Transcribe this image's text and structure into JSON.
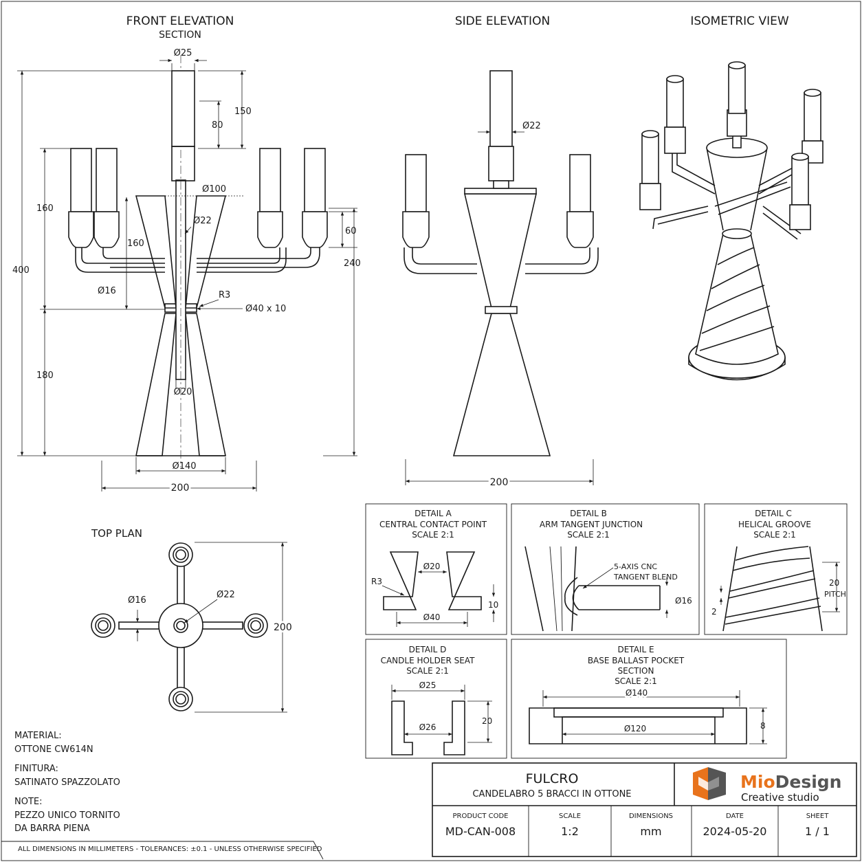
{
  "views": {
    "front": {
      "title": "FRONT ELEVATION",
      "subtitle": "SECTION"
    },
    "side": {
      "title": "SIDE ELEVATION"
    },
    "iso": {
      "title": "ISOMETRIC VIEW"
    },
    "top": {
      "title": "TOP PLAN"
    }
  },
  "front_dims": {
    "d25": "Ø25",
    "d150": "150",
    "d80": "80",
    "d100": "Ø100",
    "d22": "Ø22",
    "d160a": "160",
    "d160b": "160",
    "d60": "60",
    "d240": "240",
    "d400": "400",
    "d16": "Ø16",
    "r3": "R3",
    "d40x10": "Ø40 x 10",
    "d180": "180",
    "d20": "Ø20",
    "d140": "Ø140",
    "d200": "200"
  },
  "side_dims": {
    "d22": "Ø22",
    "d200": "200"
  },
  "top_dims": {
    "d16": "Ø16",
    "d22": "Ø22",
    "d200": "200"
  },
  "details": {
    "a": {
      "title": "DETAIL A",
      "name": "CENTRAL CONTACT POINT",
      "scale": "SCALE 2:1",
      "r3": "R3",
      "d20": "Ø20",
      "d40": "Ø40",
      "h10": "10"
    },
    "b": {
      "title": "DETAIL B",
      "name": "ARM TANGENT JUNCTION",
      "scale": "SCALE 2:1",
      "note1": "5-AXIS CNC",
      "note2": "TANGENT BLEND",
      "d16": "Ø16"
    },
    "c": {
      "title": "DETAIL C",
      "name": "HELICAL GROOVE",
      "scale": "SCALE 2:1",
      "p20": "20",
      "pitch": "PITCH",
      "g2": "2"
    },
    "d": {
      "title": "DETAIL D",
      "name": "CANDLE HOLDER SEAT",
      "scale": "SCALE 2:1",
      "d25": "Ø25",
      "d26": "Ø26",
      "h20": "20"
    },
    "e": {
      "title": "DETAIL E",
      "name": "BASE BALLAST POCKET",
      "name2": "SECTION",
      "scale": "SCALE 2:1",
      "d140": "Ø140",
      "d120": "Ø120",
      "h8": "8"
    }
  },
  "notes": {
    "material_label": "MATERIAL:",
    "material_value": "OTTONE CW614N",
    "finish_label": "FINITURA:",
    "finish_value": "SATINATO SPAZZOLATO",
    "note_label": "NOTE:",
    "note_line1": "PEZZO UNICO TORNITO",
    "note_line2": "DA BARRA PIENA",
    "footer": "ALL DIMENSIONS IN MILLIMETERS  -  TOLERANCES: ±0.1  -  UNLESS OTHERWISE SPECIFIED"
  },
  "title_block": {
    "product": "FULCRO",
    "description": "CANDELABRO 5 BRACCI IN OTTONE",
    "brand_a": "Mio",
    "brand_b": "Design",
    "tagline": "Creative studio",
    "code_label": "PRODUCT CODE",
    "code_value": "MD-CAN-008",
    "scale_label": "SCALE",
    "scale_value": "1:2",
    "dims_label": "DIMENSIONS",
    "dims_value": "mm",
    "date_label": "DATE",
    "date_value": "2024-05-20",
    "sheet_label": "SHEET",
    "sheet_value": "1 / 1"
  },
  "colors": {
    "logo_orange": "#e8731c",
    "logo_dark": "#555555",
    "brand_orange": "#e8731c"
  }
}
